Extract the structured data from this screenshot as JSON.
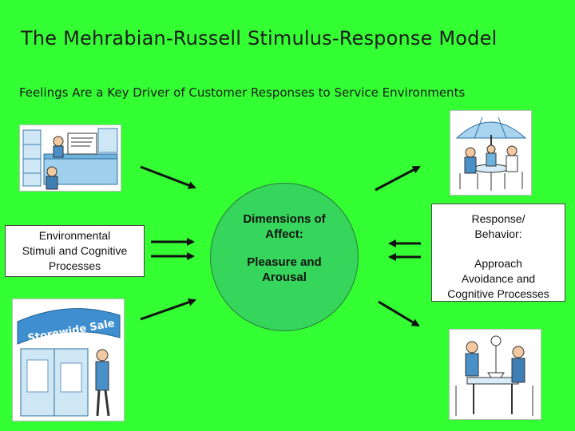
{
  "slide": {
    "title": "The Mehrabian-Russell Stimulus-Response Model",
    "subtitle": "Feelings Are a Key Driver of Customer Responses to Service Environments"
  },
  "stimuli_box": {
    "lines": [
      "Environmental",
      "Stimuli and Cognitive",
      "Processes"
    ]
  },
  "affect_circle": {
    "heading_lines": [
      "Dimensions of",
      "Affect:"
    ],
    "body_lines": [
      "Pleasure and",
      "Arousal"
    ]
  },
  "response_box": {
    "heading_lines": [
      "Response/",
      "Behavior:"
    ],
    "body_lines": [
      "Approach",
      "Avoidance and",
      "Cognitive Processes"
    ]
  },
  "illustrations": {
    "sale_sign_text": "Storewide Sale"
  },
  "colors": {
    "background": "#33ff33",
    "circle": "#36d65c",
    "box": "#ffffff",
    "arrow": "#111111"
  }
}
